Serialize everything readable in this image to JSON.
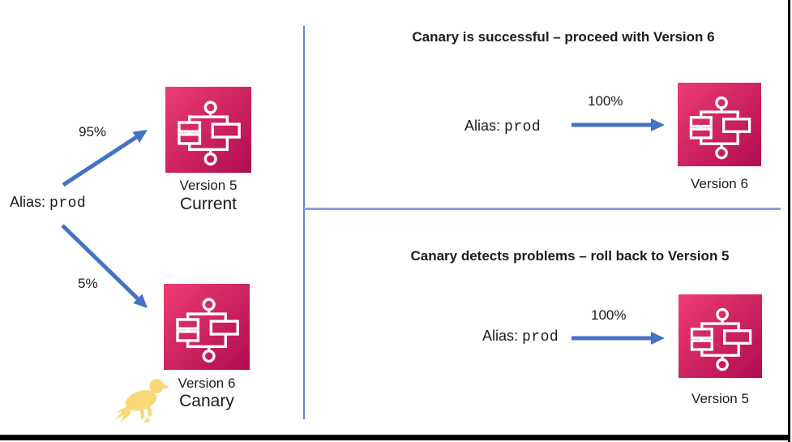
{
  "left_panel": {
    "alias": {
      "label": "Alias:",
      "value": "prod"
    },
    "routes": [
      {
        "percent": "95%"
      },
      {
        "percent": "5%"
      }
    ],
    "nodes": [
      {
        "version": "Version 5",
        "role": "Current"
      },
      {
        "version": "Version 6",
        "role": "Canary"
      }
    ]
  },
  "panels": [
    {
      "title": "Canary is successful – proceed with Version 6",
      "alias": {
        "label": "Alias:",
        "value": "prod"
      },
      "percent": "100%",
      "node": {
        "version": "Version 6"
      }
    },
    {
      "title": "Canary detects problems – roll back to Version 5",
      "alias": {
        "label": "Alias:",
        "value": "prod"
      },
      "percent": "100%",
      "node": {
        "version": "Version 5"
      }
    }
  ],
  "icons": {
    "function_version_icon": "aws-function-version-icon",
    "canary_bird_icon": "canary-bird-icon"
  },
  "colors": {
    "arrow_blue": "#4472C4",
    "divider_blue": "#5F84CF",
    "divider_light_blue": "#87A3DC",
    "icon_grad_1": "#ED3C73",
    "icon_grad_2": "#B00C51",
    "canary_yellow": "#F8D877",
    "edge_black": "#000000",
    "text_black": "#1B1B1B"
  }
}
